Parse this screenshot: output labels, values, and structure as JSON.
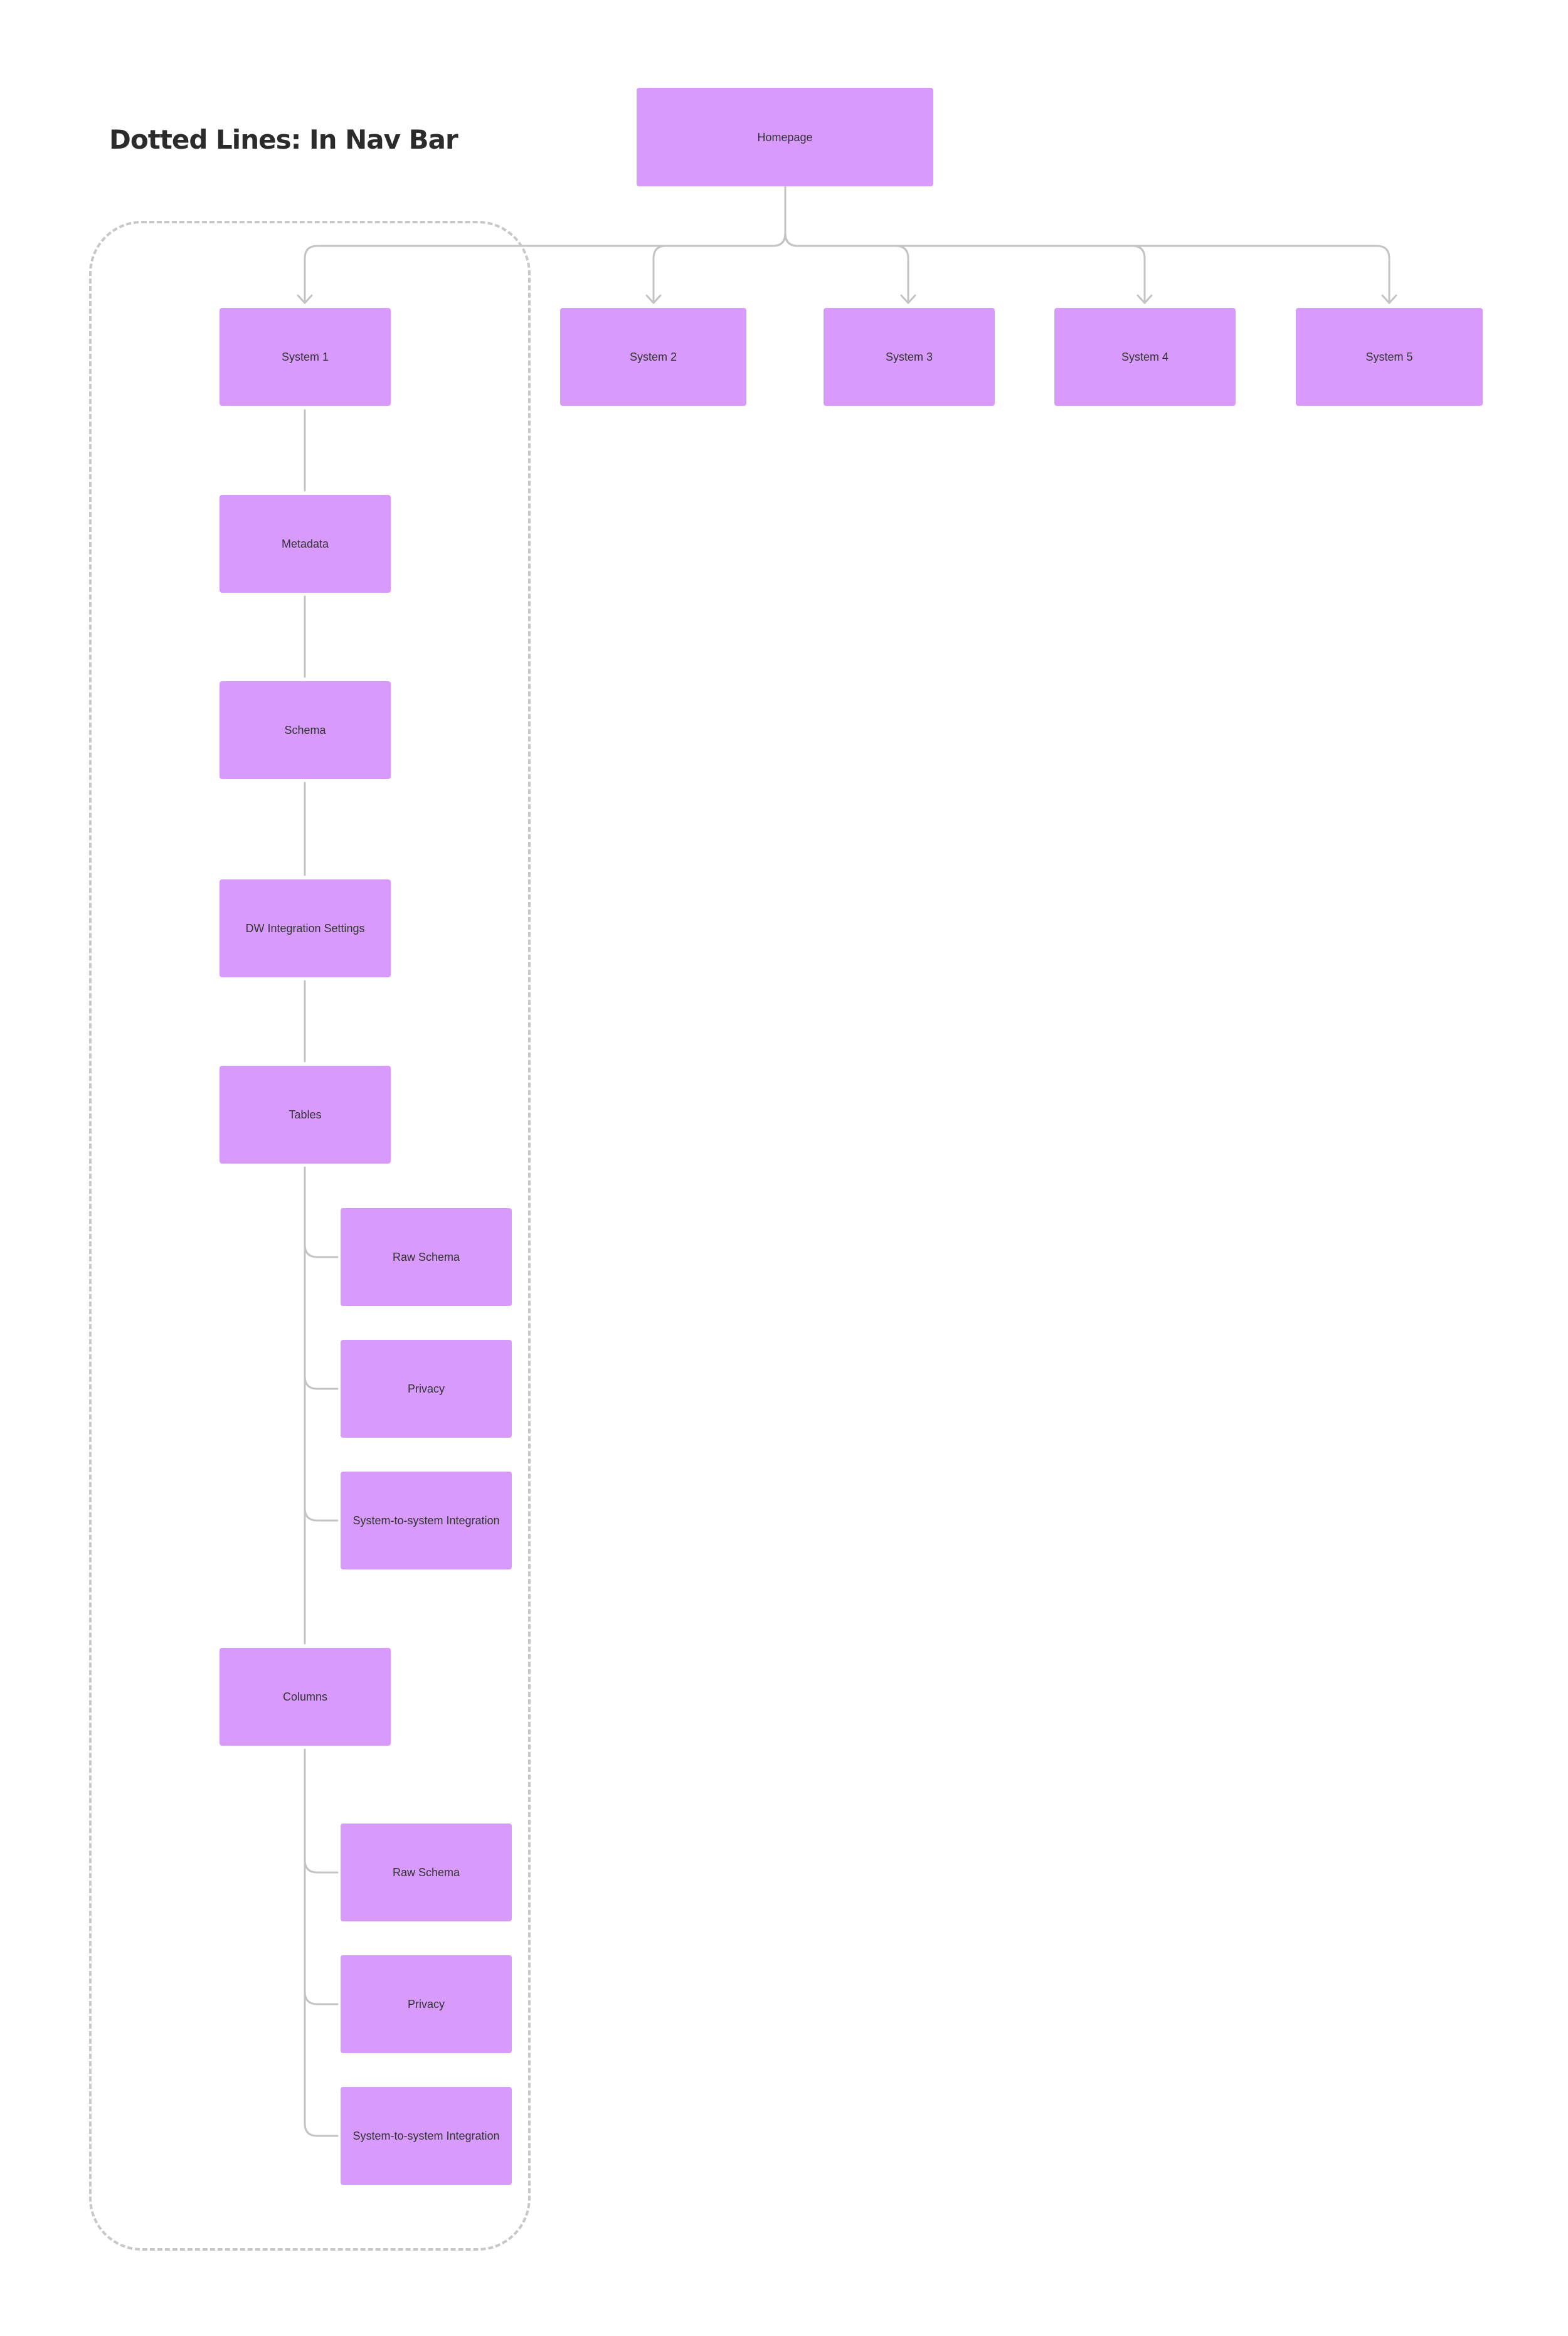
{
  "diagram": {
    "title": "Dotted Lines: In Nav Bar",
    "root": {
      "label": "Homepage"
    },
    "systems": [
      {
        "label": "System 1"
      },
      {
        "label": "System 2"
      },
      {
        "label": "System 3"
      },
      {
        "label": "System 4"
      },
      {
        "label": "System 5"
      }
    ],
    "system1_nav": {
      "metadata": "Metadata",
      "schema": "Schema",
      "dw_integration_settings": "DW Integration Settings",
      "tables": {
        "label": "Tables",
        "children": [
          "Raw Schema",
          "Privacy",
          "System-to-system Integration"
        ]
      },
      "columns": {
        "label": "Columns",
        "children": [
          "Raw Schema",
          "Privacy",
          "System-to-system Integration"
        ]
      }
    }
  },
  "colors": {
    "node_fill": "#d89bfb",
    "connector": "#c4c4c4",
    "group_border": "#c8c8c8",
    "title_text": "#2b2b2b",
    "node_text": "#333333"
  }
}
